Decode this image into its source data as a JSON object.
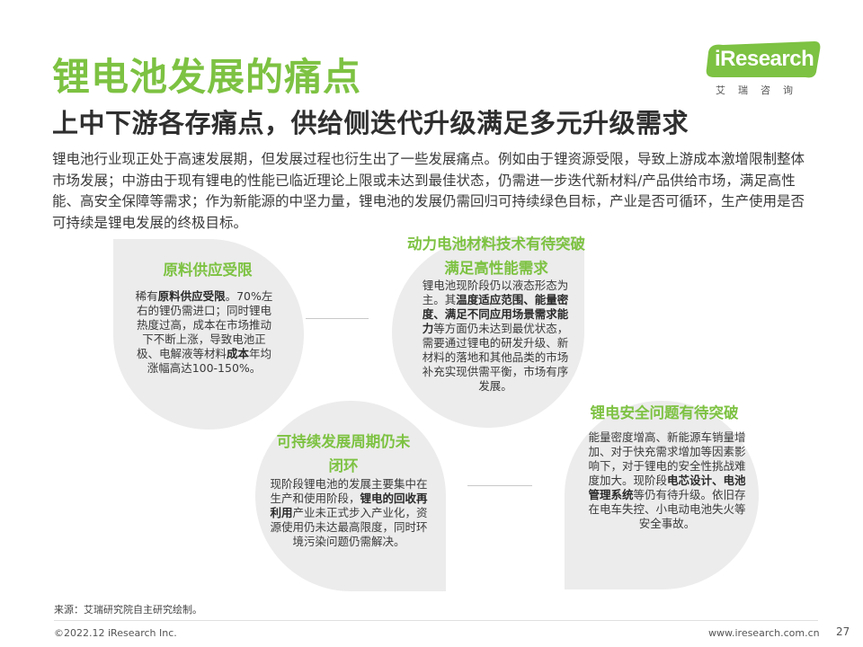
{
  "page": {
    "title": "锂电池发展的痛点",
    "subtitle": "上中下游各存痛点，供给侧迭代升级满足多元升级需求",
    "intro": "锂电池行业现正处于高速发展期，但发展过程也衍生出了一些发展痛点。例如由于锂资源受限，导致上游成本激增限制整体市场发展；中游由于现有锂电的性能已临近理论上限或未达到最佳状态，仍需进一步迭代新材料/产品供给市场，满足高性能、高安全保障等需求；作为新能源的中坚力量，锂电池的发展仍需回归可持续绿色目标，产业是否可循环，生产使用是否可持续是锂电发展的终极目标。"
  },
  "logo": {
    "brand": "iResearch",
    "tagline": "艾瑞咨询",
    "color": "#7dc242"
  },
  "points": [
    {
      "heading": "原料供应受限",
      "body": [
        "稀有",
        "原料供应受限",
        "。70%左右的锂仍需进口；同时锂电热度过高，成本在市场推动下不断上涨，导致电池正极、电解液等材料",
        "成本",
        "年均涨幅高达100-150%。"
      ]
    },
    {
      "heading": "动力电池材料技术有待突破满足高性能需求",
      "body": [
        "锂电池现阶段仍以液态形态为主。其",
        "温度适应范围、能量密度、满足不同应用场景需求能力",
        "等方面仍未达到最优状态，需要通过锂电的研发升级、新材料的落地和其他品类的市场补充实现供需平衡，市场有序发展。"
      ]
    },
    {
      "heading": "可持续发展周期仍未闭环",
      "body": [
        "现阶段锂电池的发展主要集中在生产和使用阶段，",
        "锂电的回收再利用",
        "产业未正式步入产业化，资源使用仍未达最高限度，同时环境污染问题仍需解决。"
      ]
    },
    {
      "heading": "锂电安全问题有待突破",
      "body": [
        "能量密度增高、新能源车销量增加、对于快充需求增加等因素影响下，对于锂电的安全性挑战难度加大。现阶段",
        "电芯设计、电池管理系统",
        "等仍有待升级。依旧存在电车失控、小电动电池失火等安全事故。"
      ]
    }
  ],
  "footer": {
    "source": "来源：艾瑞研究院自主研究绘制。",
    "copyright": "©2022.12  iResearch Inc.",
    "url": "www.iresearch.com.cn",
    "page_number": "27"
  },
  "colors": {
    "accent": "#7dc242",
    "leaf": "#ececec",
    "text": "#3a3a3a"
  }
}
